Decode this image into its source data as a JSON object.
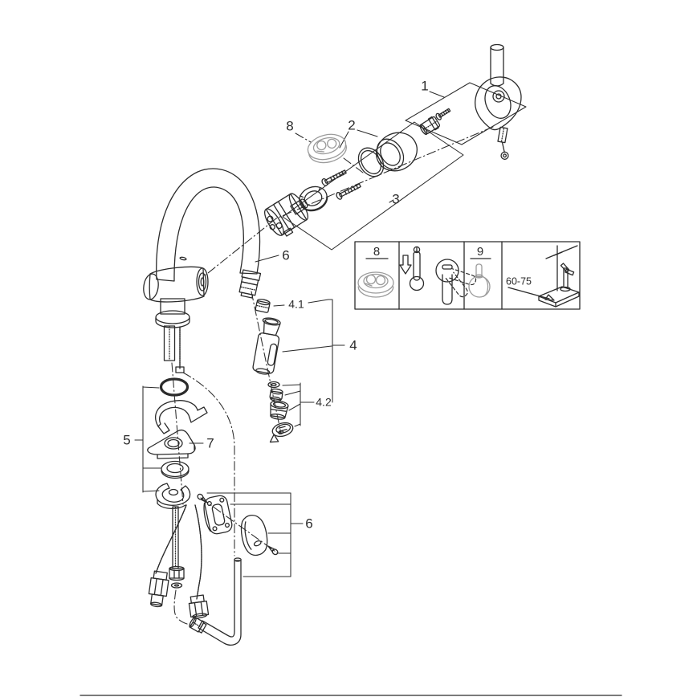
{
  "page": {
    "title": "faucet exploded parts diagram",
    "ink_color": "#2b2b2b",
    "muted_part_color": "#9b9b9b",
    "footer_rule_color": "#d6d6d6",
    "background": "#ffffff"
  },
  "callouts": {
    "c1": "1",
    "c2": "2",
    "c3": "3",
    "c4": "4",
    "c41": "4.1",
    "c42": "4.2",
    "c5": "5",
    "c6_hose": "6",
    "c6_guide": "6",
    "c7": "7",
    "c8": "8"
  },
  "inset": {
    "cell8_label": "8",
    "cell9_label": "9",
    "dimension_range": "60-75",
    "icons": [
      "temperature-limiter-disc-icon",
      "thermometer-down-arrow-icon",
      "lever-handle-positions-icon",
      "swivel-ball-part-icon",
      "installation-depth-sketch-icon"
    ]
  },
  "parts": {
    "p1": "lever-handle-with-set-screw",
    "p2": "cap-and-o-ring",
    "p3": "cartridge-ring-and-screws",
    "p4": "pull-out-spray-head",
    "p41": "check-valve",
    "p42": "mousseur-parts",
    "p5": "mounting-hardware-stack",
    "p6_hose": "spout-with-pull-out-hose",
    "p6_guide": "hose-guide-bracket-and-tube",
    "p7": "triangle-mounting-bracket",
    "p8": "temperature-limiter"
  }
}
